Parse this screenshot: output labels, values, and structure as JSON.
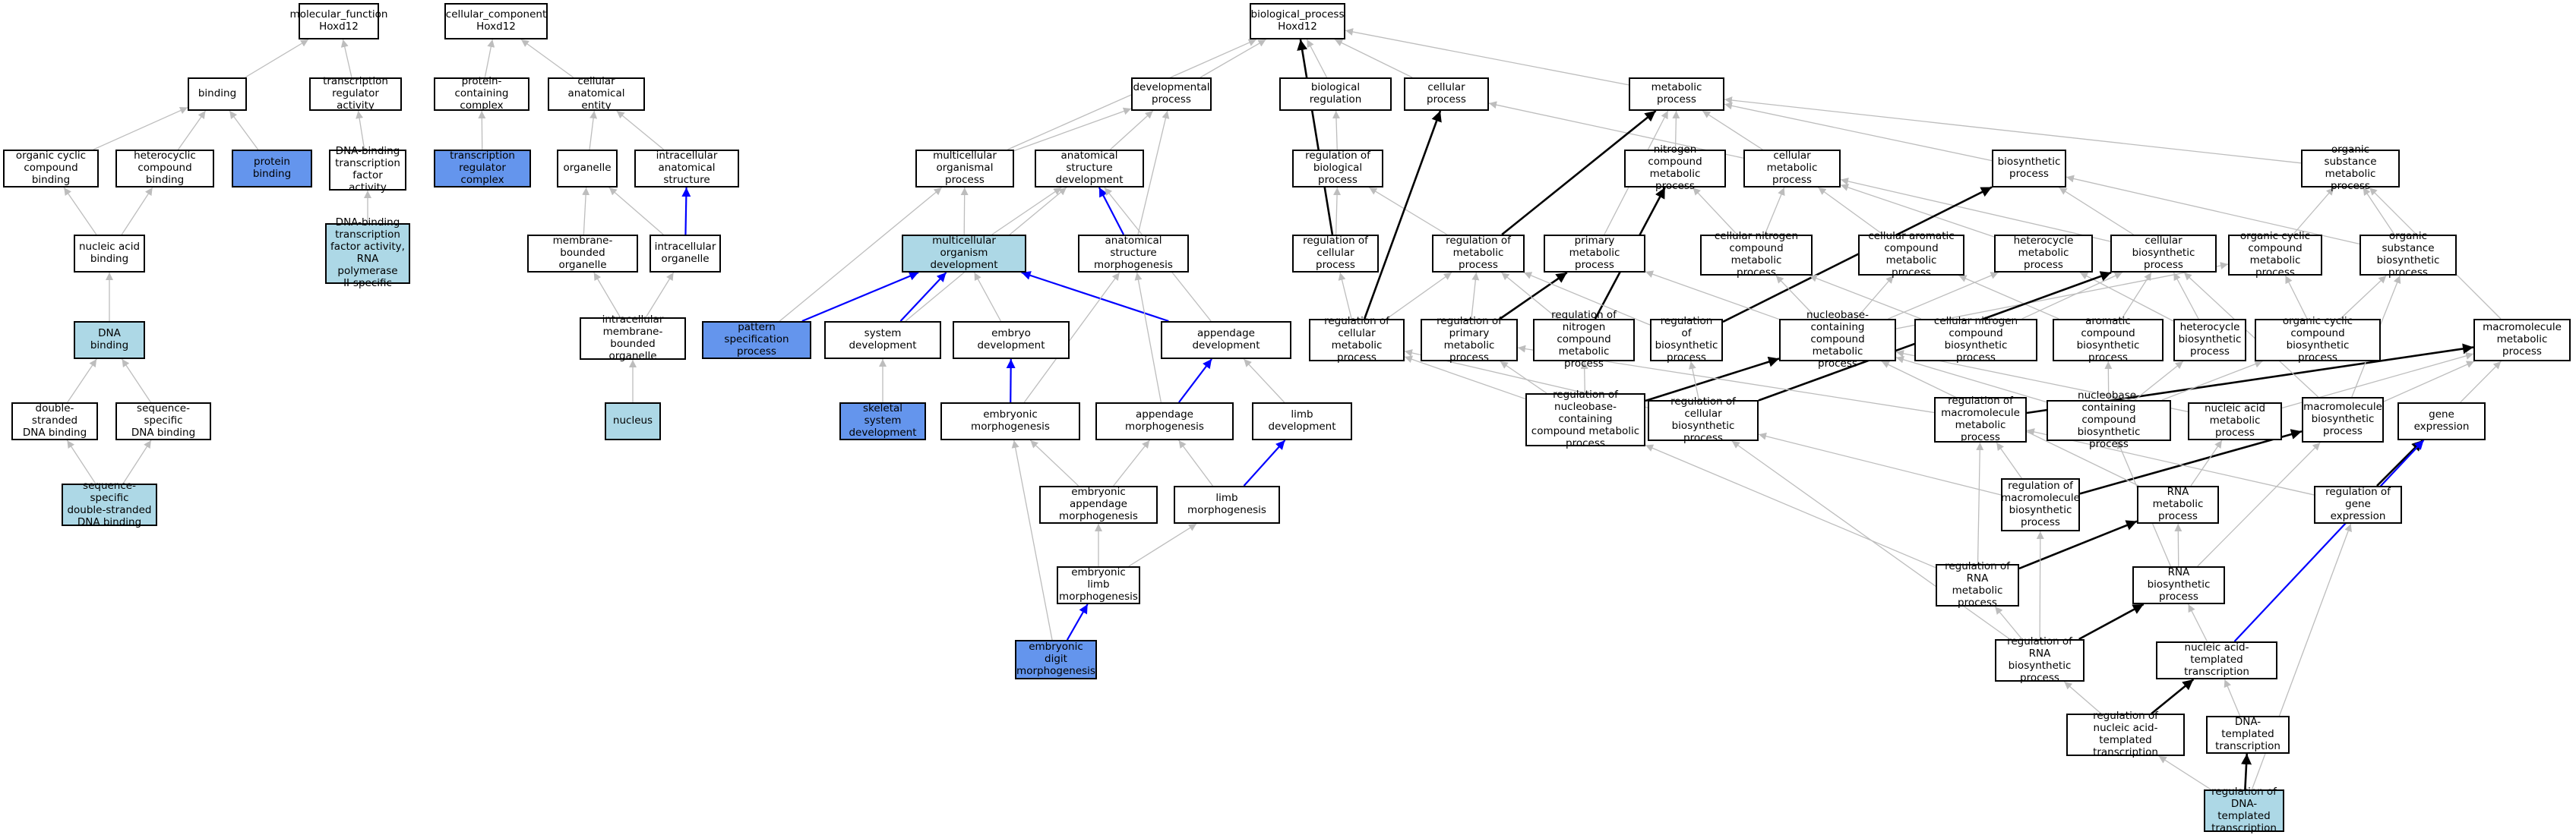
{
  "colors": {
    "background": "#ffffff",
    "node_border": "#000000",
    "light_highlight": "#add8e6",
    "strong_highlight": "#6495ed",
    "edge_gray": "#bdbdbd",
    "edge_blue": "#0000ff",
    "edge_black": "#000000"
  },
  "nodes": {
    "mf": {
      "label": "molecular_function\nHoxd12"
    },
    "cc": {
      "label": "cellular_component\nHoxd12"
    },
    "bp": {
      "label": "biological_process\nHoxd12"
    },
    "binding": {
      "label": "binding"
    },
    "trac": {
      "label": "transcription\nregulator activity"
    },
    "pcc": {
      "label": "protein-containing\ncomplex"
    },
    "cae": {
      "label": "cellular anatomical\nentity"
    },
    "devp": {
      "label": "developmental\nprocess"
    },
    "bioreg": {
      "label": "biological regulation"
    },
    "cellproc": {
      "label": "cellular process"
    },
    "metproc": {
      "label": "metabolic process"
    },
    "ocb": {
      "label": "organic cyclic\ncompound binding"
    },
    "hcb": {
      "label": "heterocyclic\ncompound binding"
    },
    "protbind": {
      "label": "protein binding"
    },
    "dbtfa": {
      "label": "DNA-binding\ntranscription\nfactor activity"
    },
    "trcomplex": {
      "label": "transcription\nregulator complex"
    },
    "organelle": {
      "label": "organelle"
    },
    "ias": {
      "label": "intracellular\nanatomical structure"
    },
    "mop": {
      "label": "multicellular\norganismal process"
    },
    "asd": {
      "label": "anatomical structure\ndevelopment"
    },
    "rbp": {
      "label": "regulation of\nbiological process"
    },
    "ncmp": {
      "label": "nitrogen compound\nmetabolic process"
    },
    "cmp": {
      "label": "cellular metabolic\nprocess"
    },
    "biosyn": {
      "label": "biosynthetic\nprocess"
    },
    "osmp": {
      "label": "organic substance\nmetabolic process"
    },
    "nab": {
      "label": "nucleic acid\nbinding"
    },
    "dbtfa2": {
      "label": "DNA-binding\ntranscription\nfactor activity,\nRNA polymerase\nII-specific"
    },
    "mbo": {
      "label": "membrane-bounded\norganelle"
    },
    "io": {
      "label": "intracellular\norganelle"
    },
    "mod": {
      "label": "multicellular\norganism development"
    },
    "asm": {
      "label": "anatomical structure\nmorphogenesis"
    },
    "rcp": {
      "label": "regulation of\ncellular process"
    },
    "rmp": {
      "label": "regulation of\nmetabolic process"
    },
    "pmp": {
      "label": "primary metabolic\nprocess"
    },
    "cncmp": {
      "label": "cellular nitrogen\ncompound metabolic\nprocess"
    },
    "cacmp": {
      "label": "cellular aromatic\ncompound metabolic\nprocess"
    },
    "hmp": {
      "label": "heterocycle\nmetabolic process"
    },
    "cbp": {
      "label": "cellular biosynthetic\nprocess"
    },
    "occmp": {
      "label": "organic cyclic\ncompound metabolic\nprocess"
    },
    "osbp": {
      "label": "organic substance\nbiosynthetic\nprocess"
    },
    "dnab": {
      "label": "DNA binding"
    },
    "imbo": {
      "label": "intracellular\nmembrane-bounded\norganelle"
    },
    "psp": {
      "label": "pattern specification\nprocess"
    },
    "sysdev": {
      "label": "system development"
    },
    "embdev": {
      "label": "embryo development"
    },
    "appdev": {
      "label": "appendage development"
    },
    "rcmp": {
      "label": "regulation of\ncellular metabolic\nprocess"
    },
    "rpmp": {
      "label": "regulation of\nprimary metabolic\nprocess"
    },
    "rncmp": {
      "label": "regulation of\nnitrogen compound\nmetabolic process"
    },
    "rbiop": {
      "label": "regulation of\nbiosynthetic\nprocess"
    },
    "nbcmp": {
      "label": "nucleobase-containing\ncompound metabolic\nprocess"
    },
    "cncbp": {
      "label": "cellular nitrogen\ncompound biosynthetic\nprocess"
    },
    "acbp": {
      "label": "aromatic compound\nbiosynthetic\nprocess"
    },
    "hbp": {
      "label": "heterocycle\nbiosynthetic\nprocess"
    },
    "occbp": {
      "label": "organic cyclic\ncompound biosynthetic\nprocess"
    },
    "mmp": {
      "label": "macromolecule\nmetabolic process"
    },
    "dsdb": {
      "label": "double-stranded\nDNA binding"
    },
    "ssdb": {
      "label": "sequence-specific\nDNA binding"
    },
    "nucleus": {
      "label": "nucleus"
    },
    "ssd": {
      "label": "skeletal system\ndevelopment"
    },
    "embmorph": {
      "label": "embryonic morphogenesis"
    },
    "appmorph": {
      "label": "appendage morphogenesis"
    },
    "limbdev": {
      "label": "limb development"
    },
    "rnbcmp": {
      "label": "regulation of\nnucleobase-containing\ncompound metabolic\nprocess"
    },
    "rcbp": {
      "label": "regulation of\ncellular biosynthetic\nprocess"
    },
    "rmmp": {
      "label": "regulation of\nmacromolecule\nmetabolic process"
    },
    "nbcbp": {
      "label": "nucleobase-containing\ncompound biosynthetic\nprocess"
    },
    "namp": {
      "label": "nucleic acid\nmetabolic process"
    },
    "mbp": {
      "label": "macromolecule\nbiosynthetic\nprocess"
    },
    "gexp": {
      "label": "gene expression"
    },
    "ssdsdb": {
      "label": "sequence-specific\ndouble-stranded\nDNA binding"
    },
    "eam": {
      "label": "embryonic appendage\nmorphogenesis"
    },
    "limbmorph": {
      "label": "limb morphogenesis"
    },
    "rmbp": {
      "label": "regulation of\nmacromolecule\nbiosynthetic\nprocess"
    },
    "rnamp": {
      "label": "RNA metabolic\nprocess"
    },
    "rge": {
      "label": "regulation of\ngene expression"
    },
    "elm": {
      "label": "embryonic limb\nmorphogenesis"
    },
    "rrnamp": {
      "label": "regulation of\nRNA metabolic\nprocess"
    },
    "rnabp": {
      "label": "RNA biosynthetic\nprocess"
    },
    "edm": {
      "label": "embryonic digit\nmorphogenesis"
    },
    "rrnabp": {
      "label": "regulation of\nRNA biosynthetic\nprocess"
    },
    "natt": {
      "label": "nucleic acid-templated\ntranscription"
    },
    "rnatt": {
      "label": "regulation of\nnucleic acid-templated\ntranscription"
    },
    "dtt": {
      "label": "DNA-templated\ntranscription"
    },
    "rdtt": {
      "label": "regulation of\nDNA-templated\ntranscription"
    }
  },
  "edges": [
    [
      "binding",
      "mf",
      "gray"
    ],
    [
      "trac",
      "mf",
      "gray"
    ],
    [
      "pcc",
      "cc",
      "gray"
    ],
    [
      "cae",
      "cc",
      "gray"
    ],
    [
      "devp",
      "bp",
      "gray"
    ],
    [
      "bioreg",
      "bp",
      "gray"
    ],
    [
      "cellproc",
      "bp",
      "gray"
    ],
    [
      "metproc",
      "bp",
      "gray"
    ],
    [
      "mop",
      "bp",
      "gray"
    ],
    [
      "ocb",
      "binding",
      "gray"
    ],
    [
      "hcb",
      "binding",
      "gray"
    ],
    [
      "protbind",
      "binding",
      "gray"
    ],
    [
      "dbtfa",
      "trac",
      "gray"
    ],
    [
      "trcomplex",
      "pcc",
      "gray"
    ],
    [
      "organelle",
      "cae",
      "gray"
    ],
    [
      "ias",
      "cae",
      "gray"
    ],
    [
      "mop",
      "devp",
      "gray"
    ],
    [
      "asd",
      "devp",
      "gray"
    ],
    [
      "asm",
      "devp",
      "gray"
    ],
    [
      "rbp",
      "bioreg",
      "gray"
    ],
    [
      "cmp",
      "cellproc",
      "gray"
    ],
    [
      "cmp",
      "metproc",
      "gray"
    ],
    [
      "ncmp",
      "metproc",
      "gray"
    ],
    [
      "biosyn",
      "metproc",
      "gray"
    ],
    [
      "osmp",
      "metproc",
      "gray"
    ],
    [
      "pmp",
      "metproc",
      "gray"
    ],
    [
      "nab",
      "ocb",
      "gray"
    ],
    [
      "nab",
      "hcb",
      "gray"
    ],
    [
      "dbtfa2",
      "dbtfa",
      "gray"
    ],
    [
      "mbo",
      "organelle",
      "gray"
    ],
    [
      "io",
      "organelle",
      "gray"
    ],
    [
      "io",
      "ias",
      "blue"
    ],
    [
      "mod",
      "mop",
      "gray"
    ],
    [
      "mod",
      "asd",
      "gray"
    ],
    [
      "asm",
      "asd",
      "blue"
    ],
    [
      "sysdev",
      "asd",
      "gray"
    ],
    [
      "rcp",
      "rbp",
      "gray"
    ],
    [
      "rmp",
      "rbp",
      "gray"
    ],
    [
      "rcp",
      "bp",
      "black"
    ],
    [
      "rmp",
      "metproc",
      "black"
    ],
    [
      "cncmp",
      "ncmp",
      "gray"
    ],
    [
      "cncmp",
      "cmp",
      "gray"
    ],
    [
      "cacmp",
      "cmp",
      "gray"
    ],
    [
      "hmp",
      "cmp",
      "gray"
    ],
    [
      "cbp",
      "cmp",
      "gray"
    ],
    [
      "cbp",
      "biosyn",
      "gray"
    ],
    [
      "occmp",
      "osmp",
      "gray"
    ],
    [
      "osbp",
      "osmp",
      "gray"
    ],
    [
      "osbp",
      "biosyn",
      "gray"
    ],
    [
      "mmp",
      "osmp",
      "gray"
    ],
    [
      "dnab",
      "nab",
      "gray"
    ],
    [
      "imbo",
      "mbo",
      "gray"
    ],
    [
      "imbo",
      "io",
      "gray"
    ],
    [
      "psp",
      "mop",
      "gray"
    ],
    [
      "psp",
      "mod",
      "blue"
    ],
    [
      "sysdev",
      "mod",
      "blue"
    ],
    [
      "embdev",
      "mod",
      "gray"
    ],
    [
      "appdev",
      "mod",
      "blue"
    ],
    [
      "appdev",
      "asd",
      "gray"
    ],
    [
      "rcmp",
      "rcp",
      "gray"
    ],
    [
      "rcmp",
      "rmp",
      "gray"
    ],
    [
      "rcmp",
      "cellproc",
      "black"
    ],
    [
      "rpmp",
      "rmp",
      "gray"
    ],
    [
      "rpmp",
      "pmp",
      "black"
    ],
    [
      "rncmp",
      "rmp",
      "gray"
    ],
    [
      "rncmp",
      "ncmp",
      "black"
    ],
    [
      "rbiop",
      "rmp",
      "gray"
    ],
    [
      "rbiop",
      "biosyn",
      "black"
    ],
    [
      "nbcmp",
      "cncmp",
      "gray"
    ],
    [
      "nbcmp",
      "cacmp",
      "gray"
    ],
    [
      "nbcmp",
      "hmp",
      "gray"
    ],
    [
      "nbcmp",
      "occmp",
      "gray"
    ],
    [
      "nbcmp",
      "pmp",
      "gray"
    ],
    [
      "cncbp",
      "cncmp",
      "gray"
    ],
    [
      "cncbp",
      "cbp",
      "gray"
    ],
    [
      "acbp",
      "cacmp",
      "gray"
    ],
    [
      "acbp",
      "cbp",
      "gray"
    ],
    [
      "hbp",
      "hmp",
      "gray"
    ],
    [
      "hbp",
      "cbp",
      "gray"
    ],
    [
      "occbp",
      "occmp",
      "gray"
    ],
    [
      "occbp",
      "osbp",
      "gray"
    ],
    [
      "dsdb",
      "dnab",
      "gray"
    ],
    [
      "ssdb",
      "dnab",
      "gray"
    ],
    [
      "nucleus",
      "imbo",
      "gray"
    ],
    [
      "ssd",
      "sysdev",
      "gray"
    ],
    [
      "embmorph",
      "embdev",
      "blue"
    ],
    [
      "embmorph",
      "asm",
      "gray"
    ],
    [
      "appmorph",
      "asm",
      "gray"
    ],
    [
      "appmorph",
      "appdev",
      "blue"
    ],
    [
      "limbdev",
      "appdev",
      "gray"
    ],
    [
      "rnbcmp",
      "rcmp",
      "gray"
    ],
    [
      "rnbcmp",
      "rpmp",
      "gray"
    ],
    [
      "rnbcmp",
      "rncmp",
      "gray"
    ],
    [
      "rnbcmp",
      "nbcmp",
      "black"
    ],
    [
      "rcbp",
      "rcmp",
      "gray"
    ],
    [
      "rcbp",
      "rbiop",
      "gray"
    ],
    [
      "rcbp",
      "cbp",
      "black"
    ],
    [
      "rmmp",
      "rpmp",
      "gray"
    ],
    [
      "rmmp",
      "mmp",
      "black"
    ],
    [
      "nbcbp",
      "nbcmp",
      "gray"
    ],
    [
      "nbcbp",
      "hbp",
      "gray"
    ],
    [
      "nbcbp",
      "acbp",
      "gray"
    ],
    [
      "nbcbp",
      "occbp",
      "gray"
    ],
    [
      "namp",
      "nbcmp",
      "gray"
    ],
    [
      "namp",
      "mmp",
      "gray"
    ],
    [
      "mbp",
      "mmp",
      "gray"
    ],
    [
      "mbp",
      "cbp",
      "gray"
    ],
    [
      "mbp",
      "osbp",
      "gray"
    ],
    [
      "gexp",
      "mmp",
      "gray"
    ],
    [
      "ssdsdb",
      "dsdb",
      "gray"
    ],
    [
      "ssdsdb",
      "ssdb",
      "gray"
    ],
    [
      "eam",
      "embmorph",
      "gray"
    ],
    [
      "eam",
      "appmorph",
      "gray"
    ],
    [
      "limbmorph",
      "appmorph",
      "gray"
    ],
    [
      "limbmorph",
      "limbdev",
      "blue"
    ],
    [
      "rmbp",
      "rmmp",
      "gray"
    ],
    [
      "rmbp",
      "rcbp",
      "gray"
    ],
    [
      "rmbp",
      "mbp",
      "black"
    ],
    [
      "rnamp",
      "namp",
      "gray"
    ],
    [
      "rnamp",
      "nbcmp",
      "gray"
    ],
    [
      "rge",
      "rmmp",
      "gray"
    ],
    [
      "rge",
      "gexp",
      "black"
    ],
    [
      "elm",
      "eam",
      "gray"
    ],
    [
      "elm",
      "limbmorph",
      "gray"
    ],
    [
      "rrnamp",
      "rmmp",
      "gray"
    ],
    [
      "rrnamp",
      "rnbcmp",
      "gray"
    ],
    [
      "rrnamp",
      "rnamp",
      "black"
    ],
    [
      "rnabp",
      "rnamp",
      "gray"
    ],
    [
      "rnabp",
      "mbp",
      "gray"
    ],
    [
      "rnabp",
      "nbcbp",
      "gray"
    ],
    [
      "edm",
      "elm",
      "blue"
    ],
    [
      "edm",
      "embmorph",
      "gray"
    ],
    [
      "rrnabp",
      "rrnamp",
      "gray"
    ],
    [
      "rrnabp",
      "rmbp",
      "gray"
    ],
    [
      "rrnabp",
      "rcbp",
      "gray"
    ],
    [
      "rrnabp",
      "rnabp",
      "black"
    ],
    [
      "natt",
      "rnabp",
      "gray"
    ],
    [
      "natt",
      "gexp",
      "blue"
    ],
    [
      "rnatt",
      "rrnabp",
      "gray"
    ],
    [
      "rnatt",
      "natt",
      "black"
    ],
    [
      "dtt",
      "natt",
      "gray"
    ],
    [
      "rdtt",
      "rnatt",
      "gray"
    ],
    [
      "rdtt",
      "dtt",
      "black"
    ],
    [
      "rdtt",
      "rge",
      "gray"
    ]
  ]
}
